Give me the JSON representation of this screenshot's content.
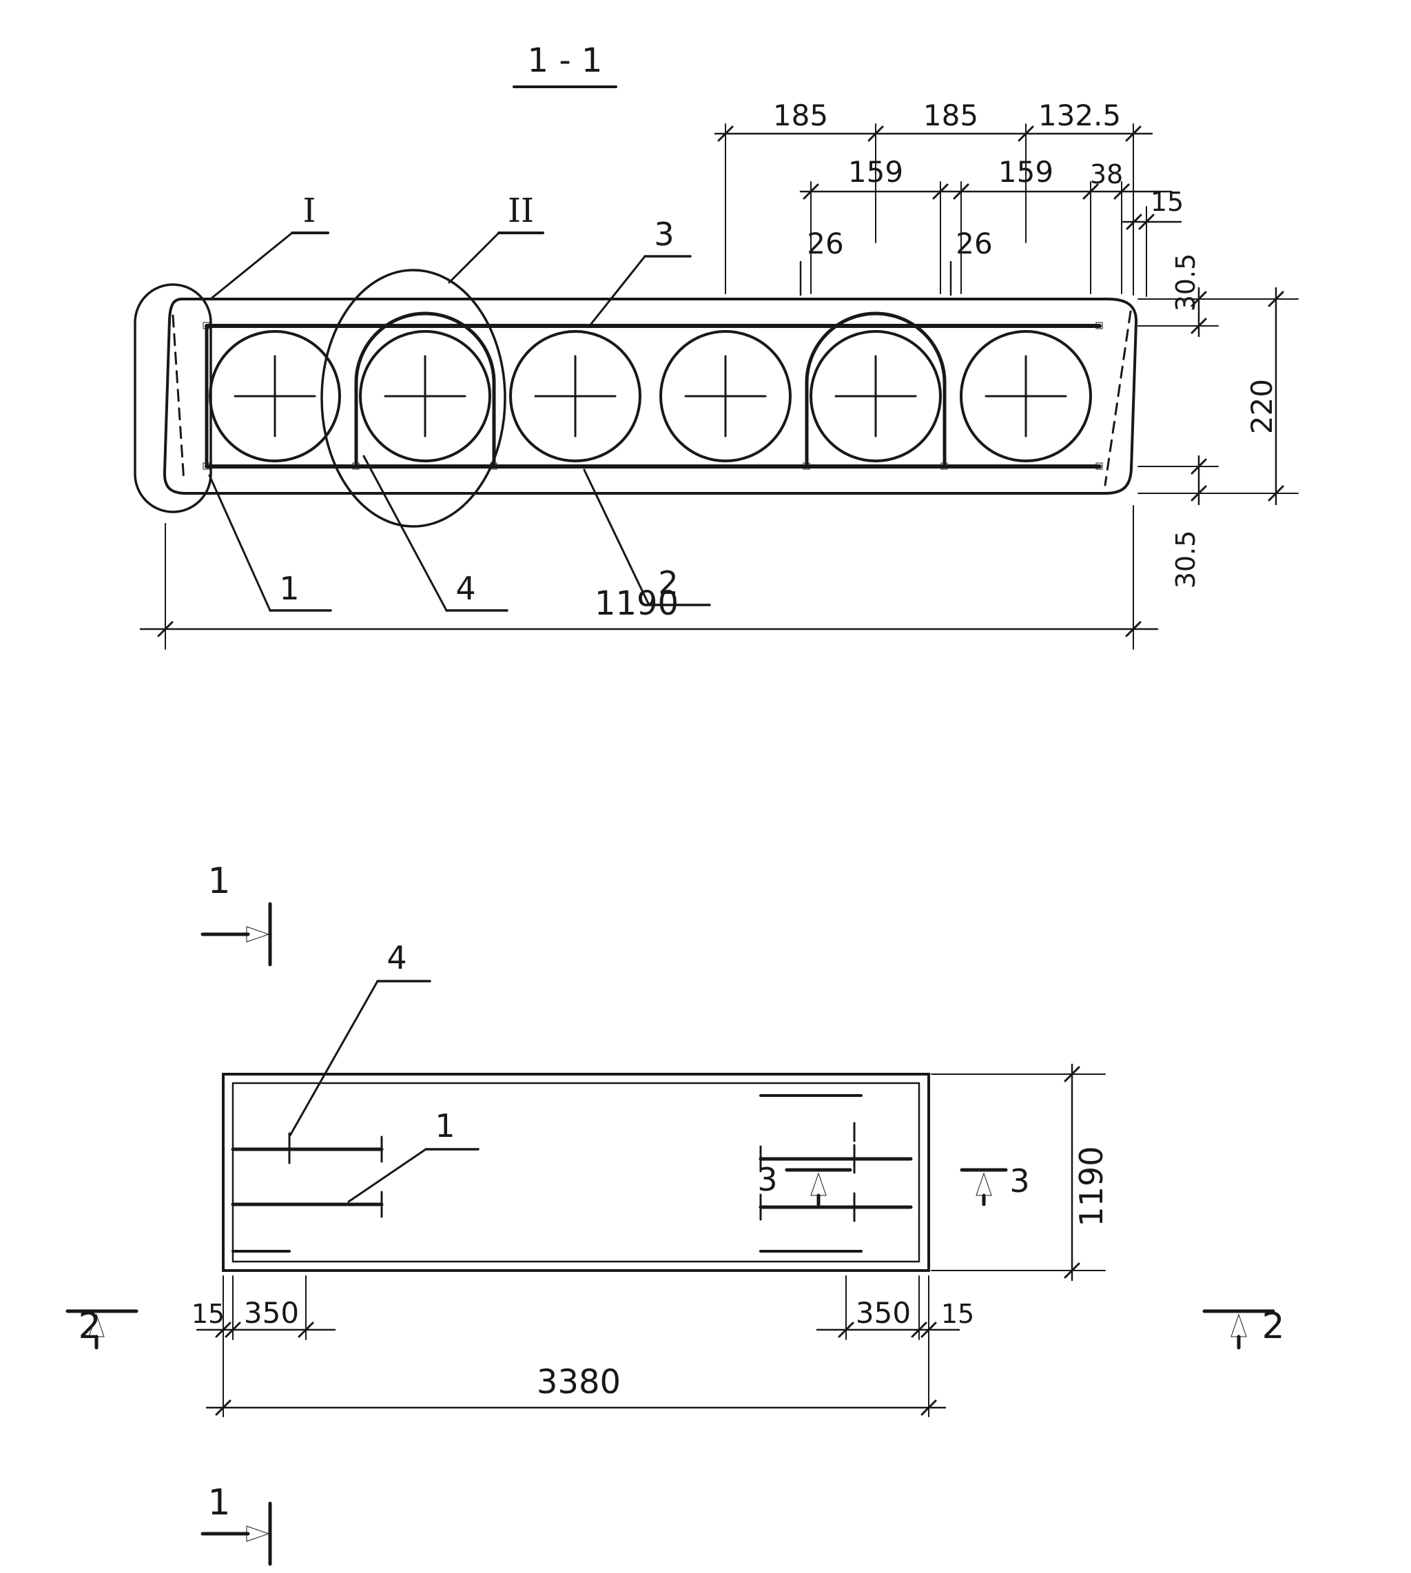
{
  "cross_section": {
    "title": "1 - 1",
    "detail_markers": {
      "left_end": "I",
      "core_loop": "II"
    },
    "callouts": {
      "bottom_left_bar": "1",
      "bottom_bar": "2",
      "top_bar": "3",
      "lifting_loop": "4"
    },
    "dimensions": {
      "core_spacing_a": "185",
      "core_spacing_b": "185",
      "edge_to_core": "132.5",
      "core_diameter_a": "159",
      "core_diameter_b": "159",
      "web_38": "38",
      "lip_15": "15",
      "gap_26_a": "26",
      "gap_26_b": "26",
      "cover_top": "30.5",
      "slab_height": "220",
      "cover_bottom": "30.5",
      "slab_width": "1190"
    }
  },
  "plan": {
    "callouts": {
      "lifting_loop": "4",
      "bar": "1"
    },
    "section_marks": {
      "cut1_top": "1",
      "cut1_bottom": "1",
      "cut2_left": "2",
      "cut2_right": "2",
      "cut3_inner": "3",
      "cut3_outer": "3"
    },
    "dimensions": {
      "edge_left_15": "15",
      "loop_inset_left": "350",
      "loop_inset_right": "350",
      "edge_right_15": "15",
      "slab_length": "3380",
      "slab_width": "1190"
    }
  }
}
